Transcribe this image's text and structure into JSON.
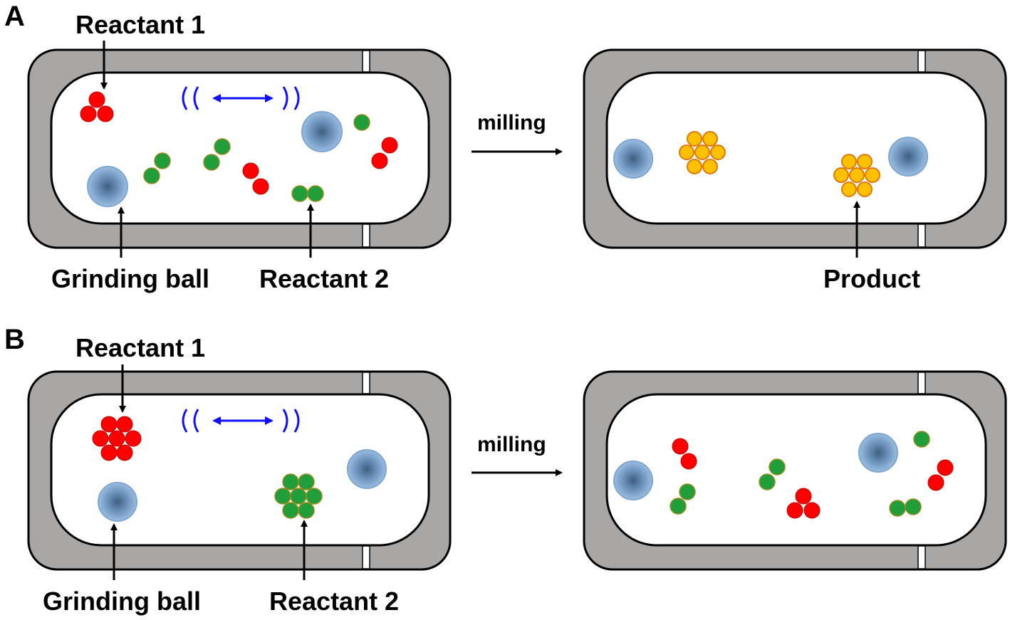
{
  "panels": [
    {
      "letter": "A",
      "labels": {
        "reactant1": "Reactant 1",
        "grinding_ball": "Grinding ball",
        "reactant2": "Reactant 2",
        "product": "Product"
      },
      "step": "milling"
    },
    {
      "letter": "B",
      "labels": {
        "reactant1": "Reactant 1",
        "grinding_ball": "Grinding ball",
        "reactant2": "Reactant 2"
      },
      "step": "milling"
    }
  ],
  "colors": {
    "jar_wall": "#a9a6a6",
    "jar_outline": "#000000",
    "reactant1": "#ff0000",
    "reactant2": "#1f9e3a",
    "product": "#ffc000",
    "product_edge": "#e0780a",
    "ball": "#7ea6d2",
    "vibration": "#1010ff"
  }
}
